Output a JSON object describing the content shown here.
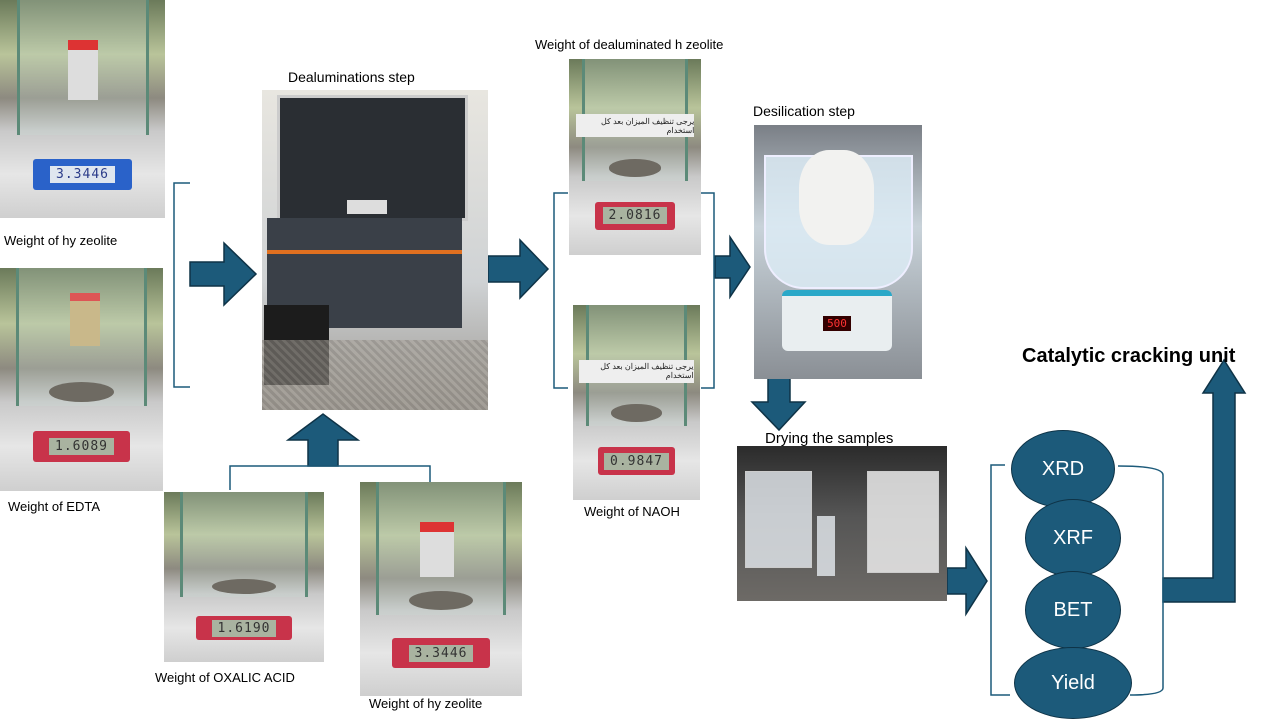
{
  "steps": {
    "dealumination_title": "Dealuminations step",
    "dealuminated_title": "Weight of dealuminated h zeolite",
    "desilication_title": "Desilication step",
    "drying_title": "Drying the samples",
    "catalytic_title": "Catalytic cracking unit"
  },
  "captions": {
    "hy_zeolite_1": "Weight of hy zeolite",
    "edta": "Weight of EDTA",
    "oxalic": "Weight of OXALIC ACID",
    "hy_zeolite_2": "Weight of hy zeolite",
    "naoh": "Weight of NAOH"
  },
  "displays": {
    "hy_zeolite_1": "3.3446",
    "edta": "1.6089",
    "dealuminated": "2.0816",
    "naoh": "0.9847",
    "oxalic": "1.6190",
    "hy_zeolite_2": "3.3446",
    "stirrer": "500"
  },
  "sign_text": "يرجى تنظيف الميزان بعد كل استخدام",
  "analyses": [
    "XRD",
    "XRF",
    "BET",
    "Yield"
  ],
  "colors": {
    "arrow": "#1c5a7a",
    "bracket": "#1c5a7a",
    "ellipse": "#1c5a7a"
  }
}
